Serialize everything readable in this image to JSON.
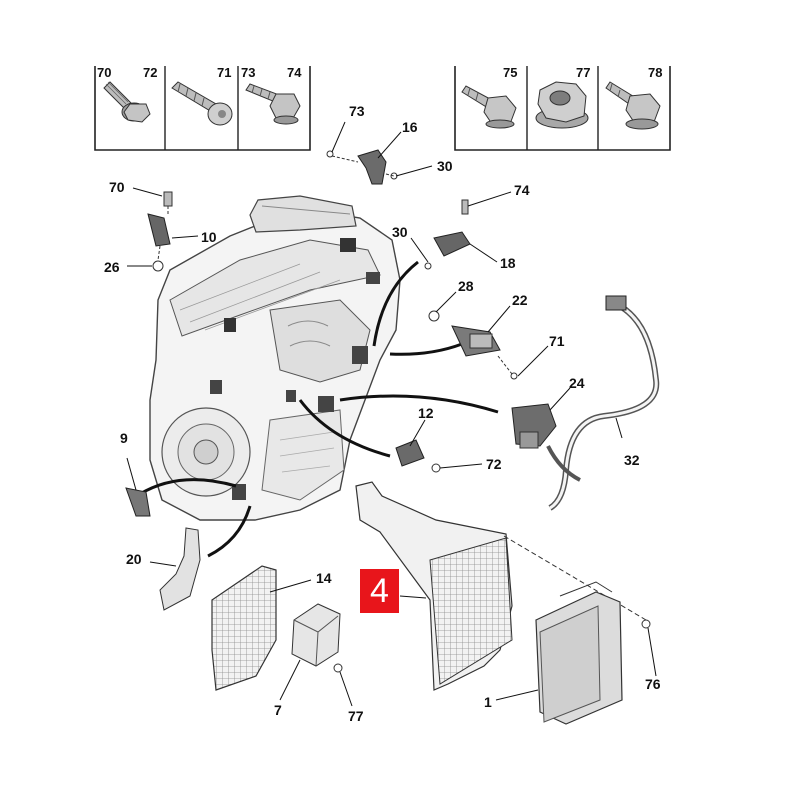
{
  "diagram": {
    "main_reference": "4",
    "hardware_box_left": {
      "cells": [
        {
          "labels": [
            "70",
            "72"
          ],
          "icon": "flange-bolt-icon"
        },
        {
          "labels": [
            "71"
          ],
          "icon": "self-tapping-screw-icon"
        },
        {
          "labels": [
            "73",
            "74"
          ],
          "icon": "tapping-screw-icon"
        }
      ]
    },
    "hardware_box_right": {
      "cells": [
        {
          "labels": [
            "75"
          ],
          "icon": "hex-screw-icon"
        },
        {
          "labels": [
            "77"
          ],
          "icon": "flange-nut-icon"
        },
        {
          "labels": [
            "78"
          ],
          "icon": "hex-flange-bolt-icon"
        }
      ]
    },
    "callouts": [
      "73",
      "16",
      "30",
      "70",
      "10",
      "26",
      "74",
      "30",
      "18",
      "28",
      "22",
      "71",
      "24",
      "32",
      "12",
      "72",
      "9",
      "20",
      "14",
      "7",
      "77",
      "1",
      "76"
    ]
  }
}
